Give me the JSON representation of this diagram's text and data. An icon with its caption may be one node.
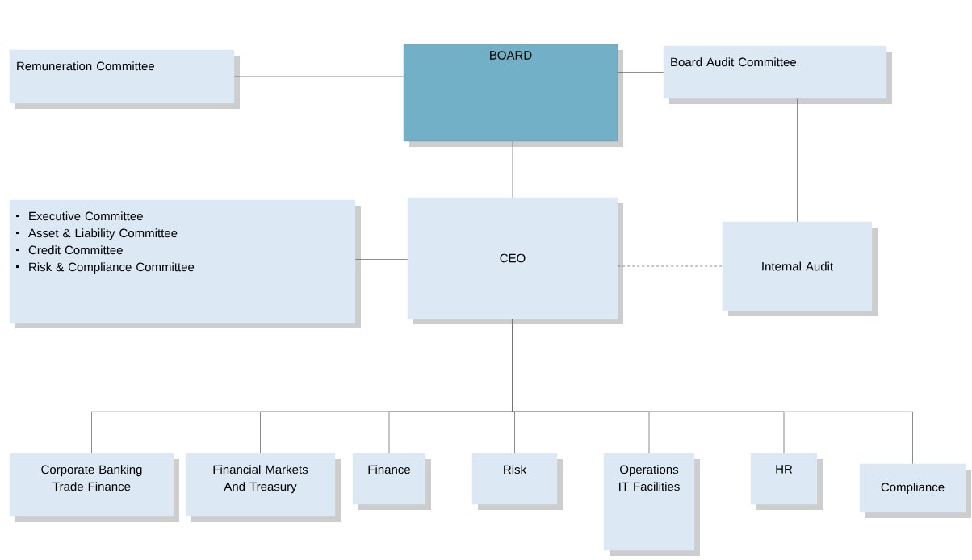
{
  "diagram": {
    "nodes": [
      {
        "text": [
          "Remuneration Committee"
        ]
      },
      {
        "text": [
          "BOARD"
        ]
      },
      {
        "text": [
          "Board Audit Committee"
        ]
      },
      {
        "text": [
          "Executive Committee",
          "Asset & Liability Committee",
          "Credit Committee",
          "Risk & Compliance Committee"
        ]
      },
      {
        "text": [
          "CEO"
        ]
      },
      {
        "text": [
          "Internal Audit"
        ]
      },
      {
        "text": [
          "Corporate Banking Trade Finance"
        ]
      },
      {
        "text": [
          "Financial Markets And Treasury"
        ]
      },
      {
        "text": [
          "Finance"
        ]
      },
      {
        "text": [
          "Risk"
        ]
      },
      {
        "text": [
          "Operations IT Facilities"
        ]
      },
      {
        "text": [
          "HR"
        ]
      },
      {
        "text": [
          "Compliance"
        ]
      }
    ],
    "edges": [
      {
        "from": 0,
        "to": 1,
        "arrow": "none"
      },
      {
        "from": 1,
        "to": 2,
        "arrow": "none"
      },
      {
        "from": 1,
        "to": 4,
        "arrow": "none"
      },
      {
        "from": 2,
        "to": 5,
        "arrow": "none"
      },
      {
        "from": 3,
        "to": 4,
        "arrow": "none"
      },
      {
        "from": 4,
        "to": 5,
        "arrow": "none",
        "style": "dashed"
      },
      {
        "from": 4,
        "to": 6,
        "arrow": "none"
      },
      {
        "from": 4,
        "to": 7,
        "arrow": "none"
      },
      {
        "from": 4,
        "to": 8,
        "arrow": "none"
      },
      {
        "from": 4,
        "to": 9,
        "arrow": "none"
      },
      {
        "from": 4,
        "to": 10,
        "arrow": "none"
      },
      {
        "from": 4,
        "to": 11,
        "arrow": "none"
      },
      {
        "from": 4,
        "to": 12,
        "arrow": "none"
      }
    ]
  }
}
